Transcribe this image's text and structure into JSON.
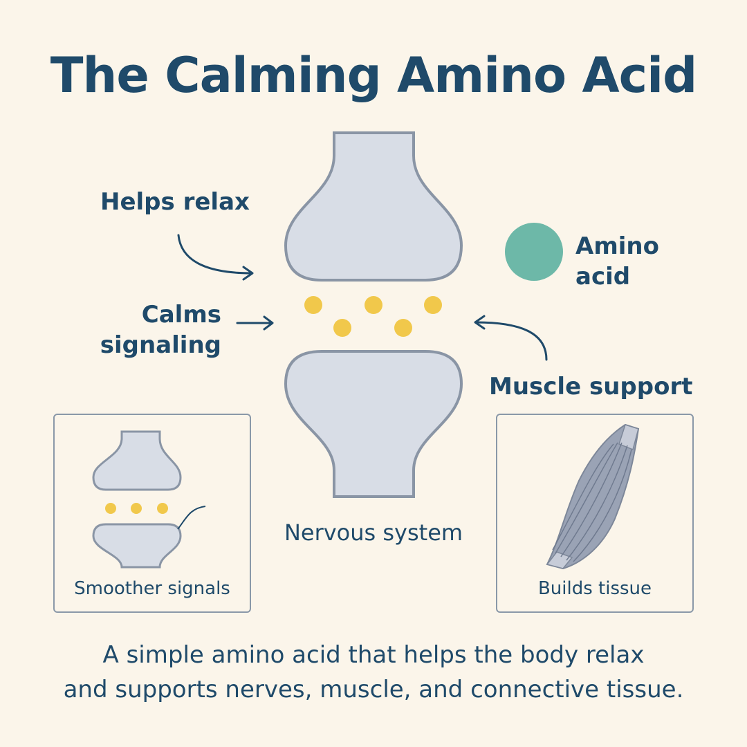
{
  "title": "The Calming Amino Acid",
  "labels": {
    "helps_relax": "Helps relax",
    "calms_line1": "Calms",
    "calms_line2": "signaling",
    "amino_line1": "Amino",
    "amino_line2": "acid",
    "muscle_support": "Muscle support",
    "nervous_system": "Nervous system"
  },
  "panels": {
    "left_caption": "Smoother signals",
    "right_caption": "Builds tissue"
  },
  "footer": {
    "line1": "A simple amino acid that helps the body relax",
    "line2": "and supports nerves, muscle, and connective tissue."
  },
  "colors": {
    "neuron_fill": "#d8dde6",
    "neuron_stroke": "#8a95a5",
    "neurotransmitter": "#f1c84b",
    "amino_acid_dot": "#6db8a8",
    "text": "#1f4a6a"
  },
  "icons": {
    "amino": "teal-circle",
    "arrows": "curved-arrow",
    "muscle": "muscle-fiber"
  }
}
